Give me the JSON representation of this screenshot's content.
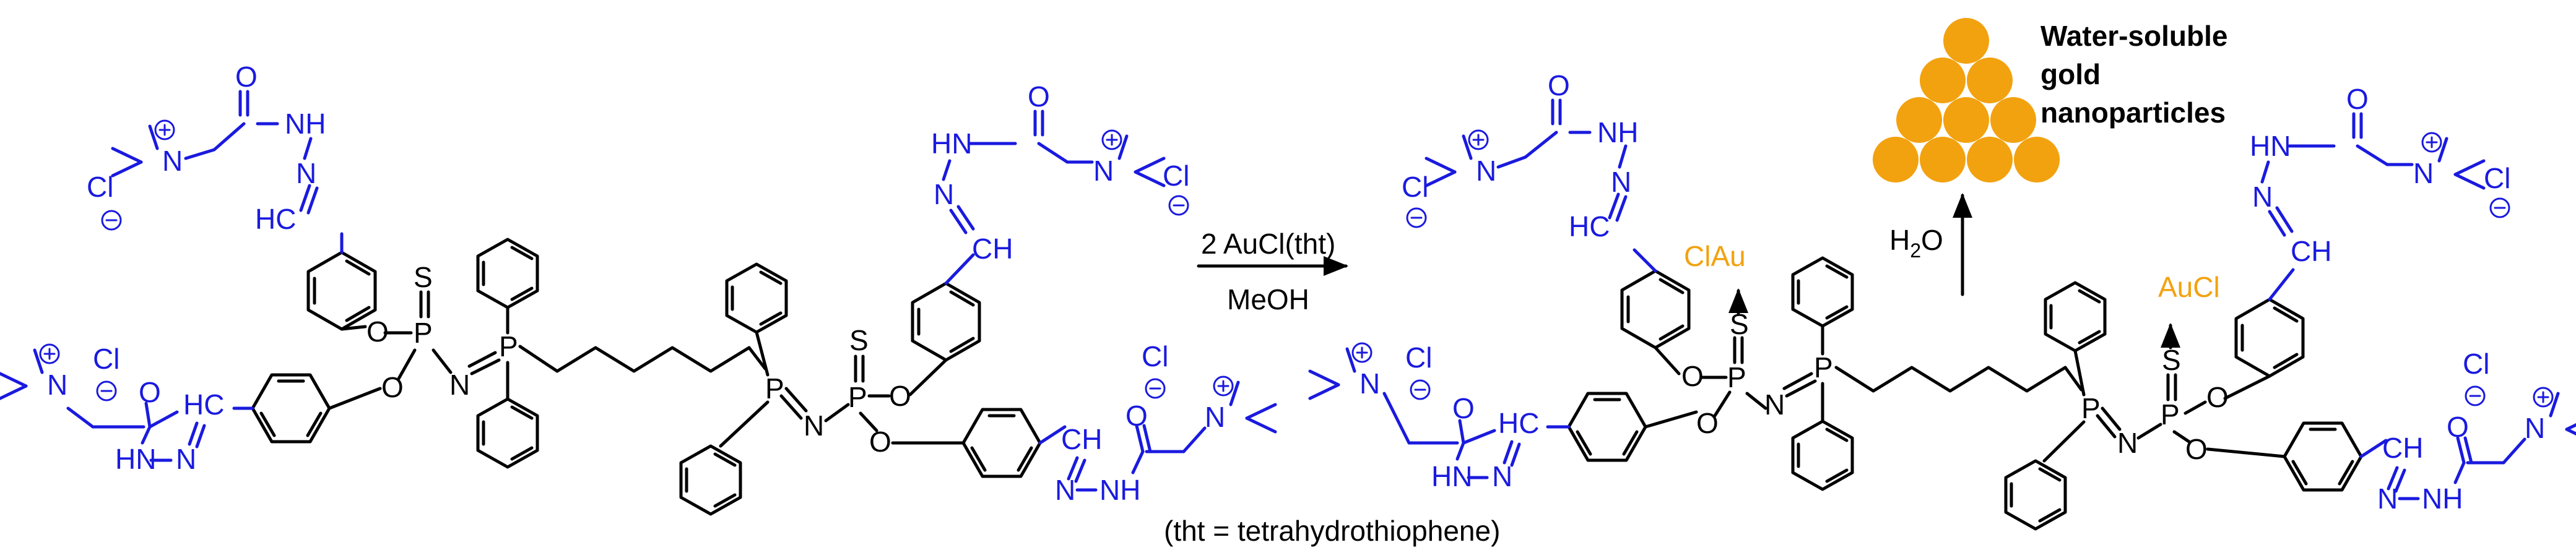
{
  "colors": {
    "black": "#000000",
    "blue": "#1a1adf",
    "gold": "#f2a20f"
  },
  "atoms": {
    "O": "O",
    "N": "N",
    "P": "P",
    "S": "S",
    "Cl": "Cl",
    "H": "H",
    "NH": "NH",
    "HN": "HN",
    "HC": "HC",
    "CH": "CH",
    "plus": "+",
    "minus": "−",
    "ClAu": "ClAu",
    "AuCl": "AuCl",
    "H2O_main": "H",
    "H2O_sub": "2",
    "H2O_end": "O"
  },
  "reaction": {
    "reagent": "2 AuCl(tht)",
    "solvent": "MeOH",
    "footnote": "(tht = tetrahydrothiophene)"
  },
  "nanoparticles": {
    "title_lines": [
      "Water-soluble",
      "gold",
      "nanoparticles"
    ],
    "sphere_rows": [
      1,
      2,
      3,
      4
    ]
  }
}
